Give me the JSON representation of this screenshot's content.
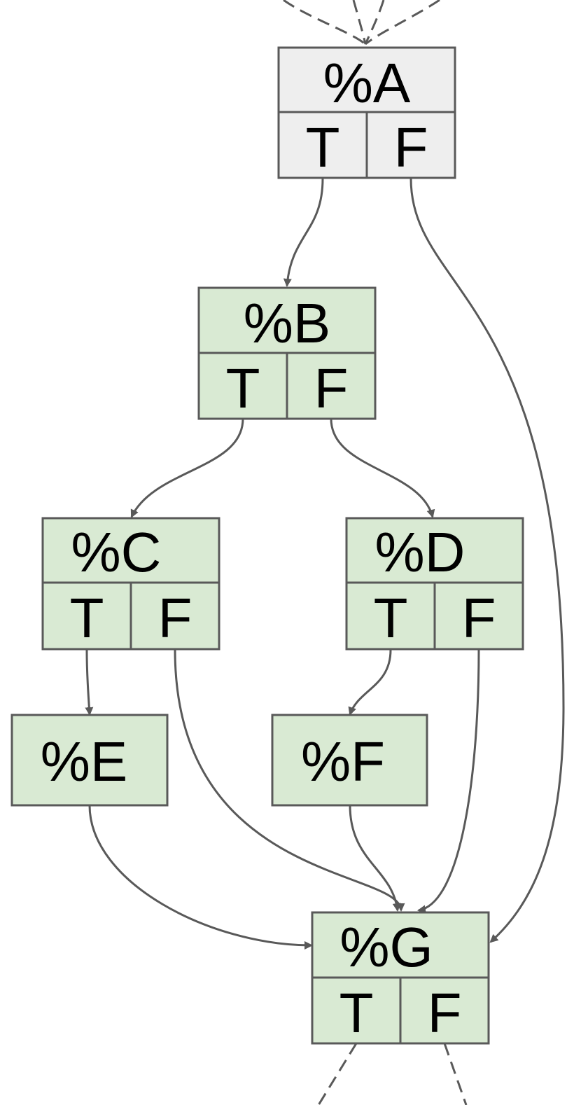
{
  "diagram": {
    "colors": {
      "gray_fill": "#eeeeee",
      "green_fill": "#d9ead3",
      "stroke": "#595959",
      "text": "#000000"
    },
    "nodes": {
      "A": {
        "label": "%A",
        "true_label": "T",
        "false_label": "F"
      },
      "B": {
        "label": "%B",
        "true_label": "T",
        "false_label": "F"
      },
      "C": {
        "label": "%C",
        "true_label": "T",
        "false_label": "F"
      },
      "D": {
        "label": "%D",
        "true_label": "T",
        "false_label": "F"
      },
      "E": {
        "label": "%E"
      },
      "F": {
        "label": "%F"
      },
      "G": {
        "label": "%G",
        "true_label": "T",
        "false_label": "F"
      }
    },
    "edges": [
      {
        "from": "A.T",
        "to": "B"
      },
      {
        "from": "A.F",
        "to": "G"
      },
      {
        "from": "B.T",
        "to": "C"
      },
      {
        "from": "B.F",
        "to": "D"
      },
      {
        "from": "C.T",
        "to": "E"
      },
      {
        "from": "C.F",
        "to": "G"
      },
      {
        "from": "D.T",
        "to": "F"
      },
      {
        "from": "D.F",
        "to": "G"
      },
      {
        "from": "E",
        "to": "G"
      },
      {
        "from": "F",
        "to": "G"
      }
    ]
  }
}
